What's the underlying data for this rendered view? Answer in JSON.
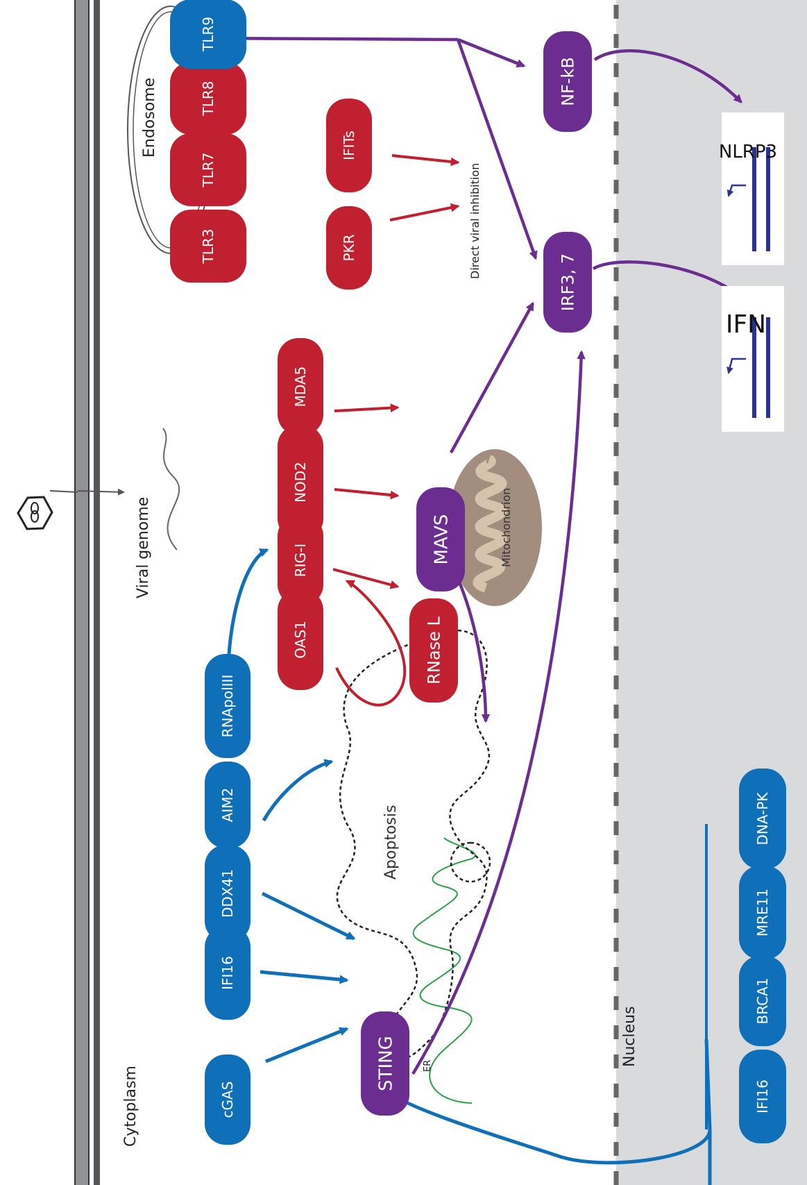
{
  "colors": {
    "red": "#c0202f",
    "blue": "#0f6fb8",
    "purple": "#6b2d8f",
    "nucleus_bg": "#d9dadc",
    "membrane": "#909296",
    "gene_lines": "#2b3390",
    "mito_outer": "#a38d7e",
    "mito_inner": "#d6c3ad",
    "er_green": "#2ea04a"
  },
  "icons": {
    "virus": "virus-capsid-icon",
    "promoter_arrow": "promoter-arrow-icon"
  },
  "regions": {
    "cytoplasm": "Cytoplasm",
    "nucleus": "Nucleus",
    "endosome": "Endosome",
    "viral_genome": "Viral genome",
    "mitochondrion": "Mitochondrion",
    "er": "ER",
    "apoptosis": "Apoptosis",
    "direct_inhibition": "Direct viral inhibition"
  },
  "sensors": {
    "cgas": "cGAS",
    "ifi16_cyto": "IFI16",
    "ddx41": "DDX41",
    "aim2": "AIM2",
    "rnapol": "RNApolIII",
    "oas1": "OAS1",
    "rnase_l": "RNase L",
    "rig_i": "RIG-I",
    "nod2": "NOD2",
    "mda5": "MDA5",
    "tlr3": "TLR3",
    "tlr7": "TLR7",
    "tlr8": "TLR8",
    "tlr9": "TLR9",
    "pkr": "PKR",
    "ifits": "IFITs",
    "ifi16_nuc": "IFI16",
    "brca1": "BRCA1",
    "mre11": "MRE11",
    "dnapk": "DNA-PK"
  },
  "adaptors": {
    "sting": "STING",
    "mavs": "MAVS",
    "irf": "IRF3, 7",
    "nfkb": "NF-kB"
  },
  "genes": {
    "ifn": "IFN",
    "nlrp3": "NLRP3"
  }
}
